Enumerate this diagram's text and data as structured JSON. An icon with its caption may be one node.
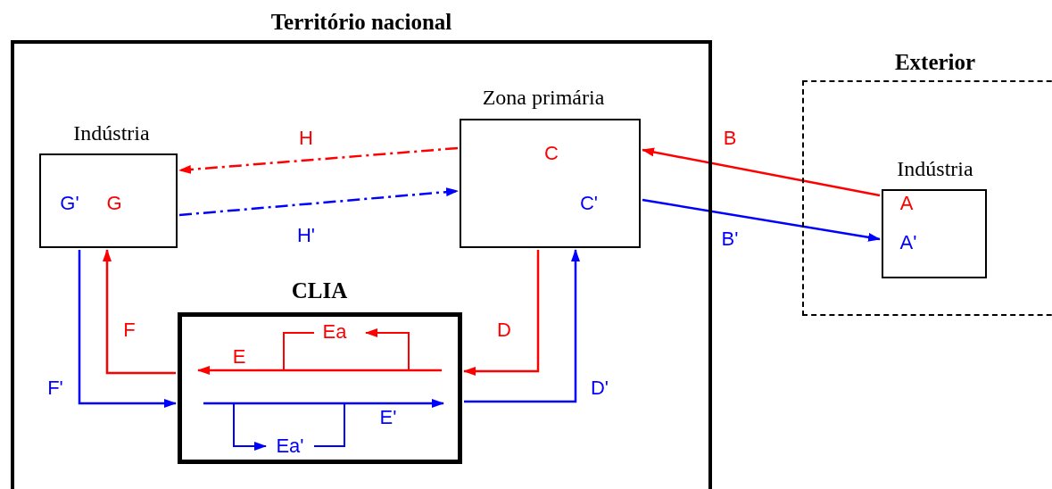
{
  "diagram": {
    "nodes": [
      {
        "text": [
          "Território nacional"
        ]
      },
      {
        "text": [
          "Indústria",
          "G'",
          "G"
        ],
        "in": 0
      },
      {
        "text": [
          "Zona primária",
          "C",
          "C'"
        ],
        "in": 0
      },
      {
        "text": [
          "CLIA"
        ],
        "in": 0
      },
      {
        "text": [
          "Exterior"
        ]
      },
      {
        "text": [
          "Indústria",
          "A",
          "A'"
        ],
        "in": 4
      }
    ],
    "edges": [
      {
        "from": 2,
        "to": 1,
        "arrow": "to",
        "label": "H",
        "style": "dashed",
        "color": "#ff0000"
      },
      {
        "from": 1,
        "to": 2,
        "arrow": "to",
        "label": "H'",
        "style": "dashed",
        "color": "#0000ff"
      },
      {
        "from": 5,
        "to": 2,
        "arrow": "to",
        "label": "B",
        "color": "#ff0000"
      },
      {
        "from": 2,
        "to": 5,
        "arrow": "to",
        "label": "B'",
        "color": "#0000ff"
      },
      {
        "from": 2,
        "to": 3,
        "arrow": "to",
        "label": "D",
        "color": "#ff0000"
      },
      {
        "from": 3,
        "to": 2,
        "arrow": "to",
        "label": "D'",
        "color": "#0000ff"
      },
      {
        "from": 3,
        "to": 1,
        "arrow": "to",
        "label": "F",
        "color": "#ff0000"
      },
      {
        "from": 1,
        "to": 3,
        "arrow": "to",
        "label": "F'",
        "color": "#0000ff"
      }
    ],
    "labels": [
      "Ea",
      "E",
      "E'",
      "Ea'"
    ]
  }
}
